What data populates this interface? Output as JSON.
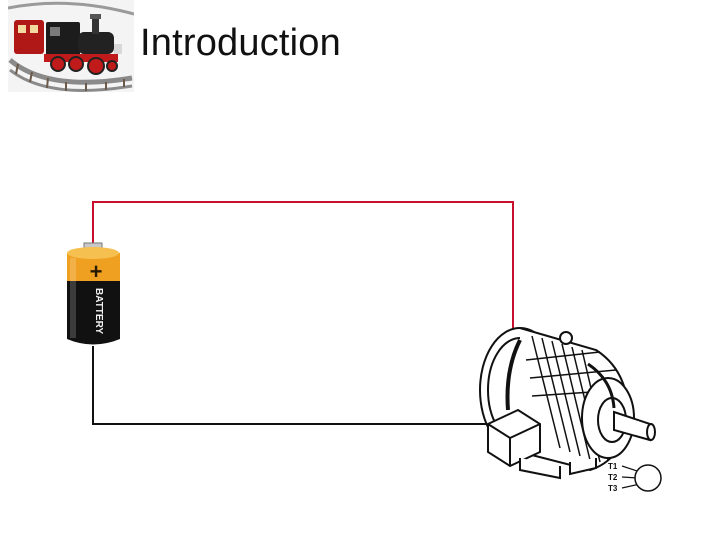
{
  "slide": {
    "title": "Introduction"
  },
  "battery": {
    "label": "BATTERY",
    "polarity_symbol": "+"
  },
  "motor": {
    "terminals": [
      "T1",
      "T2",
      "T3"
    ]
  },
  "colors": {
    "positive_wire": "#c8102e",
    "negative_wire": "#111111",
    "battery_top": "#f0a020",
    "battery_body": "#111111"
  }
}
